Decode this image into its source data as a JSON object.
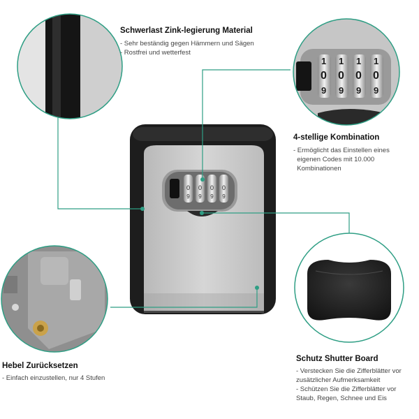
{
  "colors": {
    "accent": "#2e9e84",
    "box_dark": "#1c1c1c",
    "box_face": "#c9c9c9"
  },
  "sections": {
    "material": {
      "title": "Schwerlast Zink-legierung Material",
      "bullets": [
        "- Sehr beständig gegen Hämmern und Sägen",
        "- Rostfrei und wetterfest"
      ]
    },
    "combination": {
      "title": "4-stellige Kombination",
      "bullets": [
        "- Ermöglicht das Einstellen eines",
        "  eigenen Codes mit 10.000",
        "  Kombinationen"
      ]
    },
    "lever": {
      "title": "Hebel Zurücksetzen",
      "bullets": [
        "- Einfach einzustellen, nur 4 Stufen"
      ]
    },
    "shutter": {
      "title": "Schutz Shutter Board",
      "bullets": [
        "- Verstecken Sie die Zifferblätter vor",
        "zusätzlicher Aufmerksamkeit",
        "- Schützen Sie die Zifferblätter vor",
        "Staub, Regen, Schnee und Eis"
      ]
    },
    "dial_digits": {
      "top": [
        "1",
        "1",
        "1",
        "1"
      ],
      "mid": [
        "0",
        "0",
        "0",
        "0"
      ],
      "bot": [
        "9",
        "9",
        "9",
        "9"
      ]
    }
  }
}
